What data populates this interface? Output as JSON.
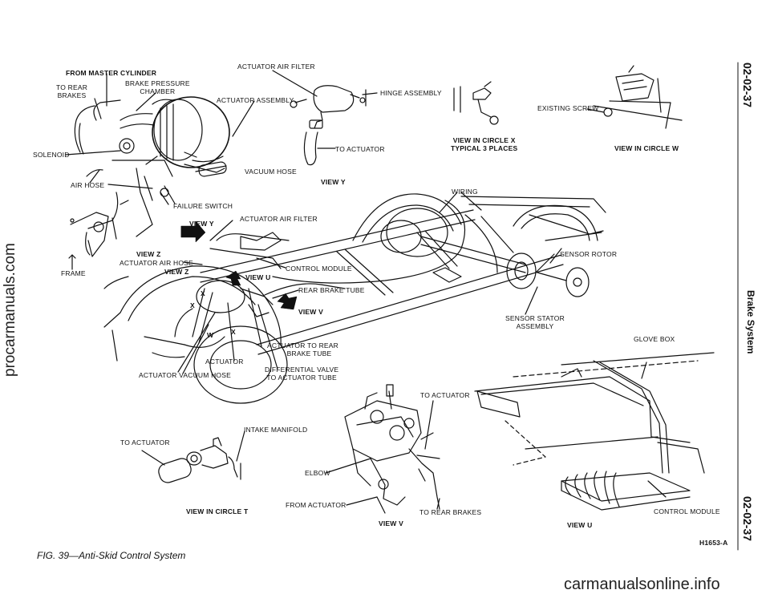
{
  "page": {
    "page_number_top": "02-02-37",
    "section_title": "Brake System",
    "page_number_bottom": "02-02-37",
    "figure_caption_num": "FIG. 39",
    "figure_caption_text": "—Anti-Skid Control System",
    "figure_code": "H1653-A"
  },
  "watermarks": {
    "left": "procarmanuals.com",
    "bottom": "carmanualsonline.info"
  },
  "labels": {
    "from_master_cylinder": "FROM MASTER CYLINDER",
    "to_rear_brakes_1": "TO REAR",
    "to_rear_brakes_2": "BRAKES",
    "brake_pressure_1": "BRAKE PRESSURE",
    "brake_pressure_2": "CHAMBER",
    "actuator_assembly": "ACTUATOR ASSEMBLY",
    "actuator_air_filter_top": "ACTUATOR AIR FILTER",
    "hinge_assembly": "HINGE ASSEMBLY",
    "solenoid": "SOLENOID",
    "to_actuator_y": "TO ACTUATOR",
    "vacuum_hose": "VACUUM HOSE",
    "air_hose": "AIR HOSE",
    "view_y_caption": "VIEW Y",
    "failure_switch": "FAILURE SWITCH",
    "view_circle_x_1": "VIEW IN CIRCLE X",
    "view_circle_x_2": "TYPICAL 3 PLACES",
    "existing_screw": "EXISTING SCREW",
    "view_circle_w": "VIEW IN CIRCLE W",
    "wiring": "WIRING",
    "view_y_arrow": "VIEW Y",
    "actuator_air_filter_mid": "ACTUATOR AIR FILTER",
    "view_z_caption": "VIEW Z",
    "actuator_air_hose": "ACTUATOR AIR HOSE",
    "view_z_arrow": "VIEW Z",
    "control_module_mid": "CONTROL MODULE",
    "view_u_arrow": "VIEW U",
    "frame": "FRAME",
    "sensor_rotor": "SENSOR ROTOR",
    "rear_brake_tube": "REAR BRAKE TUBE",
    "view_v_arrow": "VIEW V",
    "sensor_stator_1": "SENSOR STATOR",
    "sensor_stator_2": "ASSEMBLY",
    "glove_box": "GLOVE BOX",
    "actuator_to_rear_1": "ACTUATOR TO REAR",
    "actuator_to_rear_2": "BRAKE TUBE",
    "actuator": "ACTUATOR",
    "differential_valve_1": "DIFFERENTIAL VALVE",
    "differential_valve_2": "TO ACTUATOR TUBE",
    "actuator_vacuum_hose": "ACTUATOR VACUUM HOSE",
    "to_actuator_v": "TO ACTUATOR",
    "intake_manifold": "INTAKE MANIFOLD",
    "to_actuator_t": "TO ACTUATOR",
    "elbow": "ELBOW",
    "from_actuator": "FROM ACTUATOR",
    "to_rear_brakes_v": "TO REAR BRAKES",
    "view_circle_t": "VIEW IN CIRCLE T",
    "view_v_caption": "VIEW V",
    "view_u_caption": "VIEW U",
    "control_module_u": "CONTROL MODULE",
    "x_mark_1": "X",
    "x_mark_2": "X",
    "x_mark_3": "X",
    "w_mark": "W"
  }
}
